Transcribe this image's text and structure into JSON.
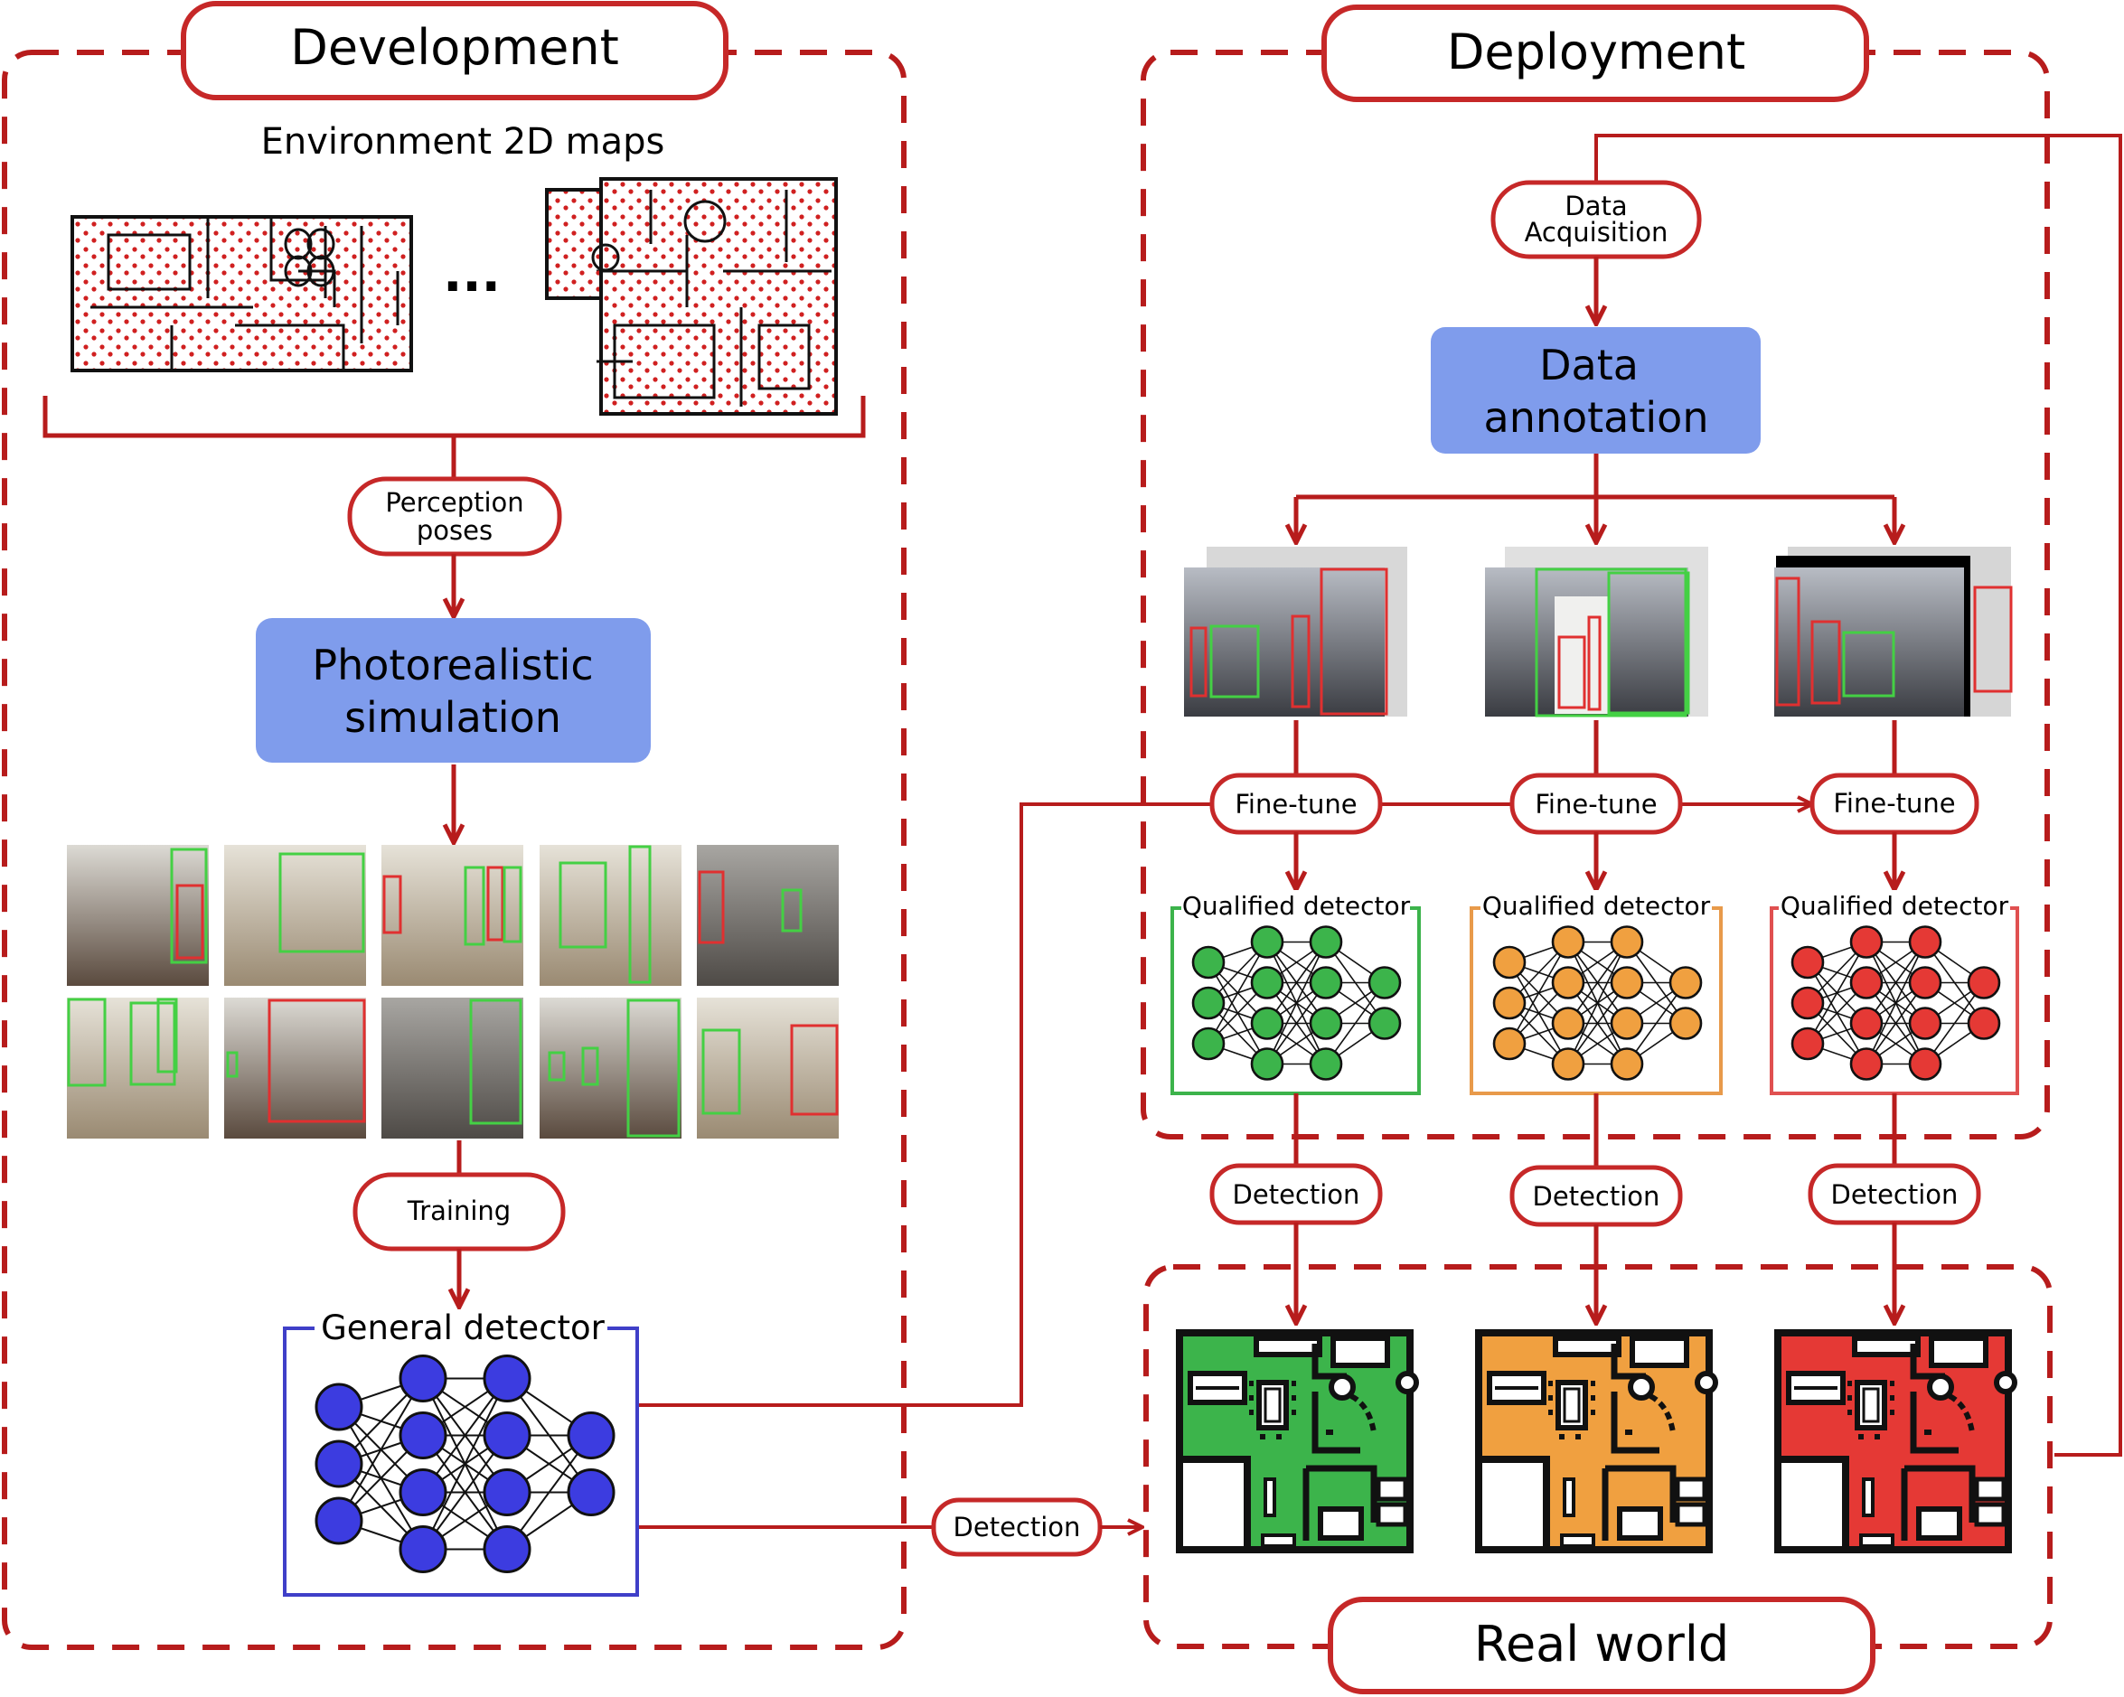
{
  "colors": {
    "dark_red": "#b71c1c",
    "red_node": "#e53935",
    "green_node": "#3cb44b",
    "orange_node": "#f0a040",
    "blue_node": "#3c3ce0",
    "sim_box": "#7f9cec",
    "green_frame": "#3cb34b",
    "orange_frame": "#e89a4a",
    "blue_frame": "#3f3fc8"
  },
  "development": {
    "title": "Development",
    "maps_label": "Environment 2D maps",
    "ellipsis": "...",
    "perception_l1": "Perception",
    "perception_l2": "poses",
    "sim_l1": "Photorealistic",
    "sim_l2": "simulation",
    "training": "Training",
    "general_detector": "General detector"
  },
  "deployment": {
    "title": "Deployment",
    "acq_l1": "Data",
    "acq_l2": "Acquisition",
    "annot_l1": "Data",
    "annot_l2": "annotation",
    "finetune": "Fine-tune",
    "qualified": "Qualified detector",
    "detection": "Detection"
  },
  "real_world": {
    "title": "Real world"
  }
}
